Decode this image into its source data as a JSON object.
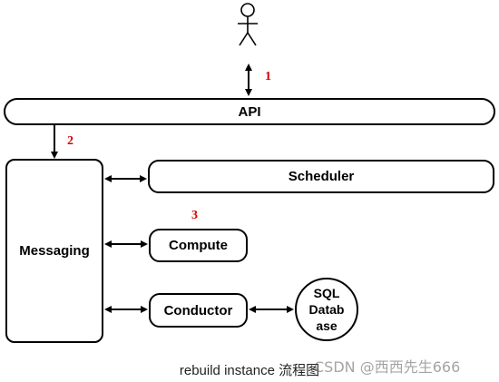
{
  "nodes": {
    "api": "API",
    "messaging": "Messaging",
    "scheduler": "Scheduler",
    "compute": "Compute",
    "conductor": "Conductor",
    "database": "SQL\nDatab\nase"
  },
  "steps": {
    "one": "1",
    "two": "2",
    "three": "3"
  },
  "caption": {
    "text": "rebuild instance ",
    "cn": "流程图"
  },
  "watermark": "CSDN @西西先生666",
  "colors": {
    "step_number": "#d40000",
    "line": "#000000"
  },
  "icons": {
    "actor": "stick-figure-user-icon"
  }
}
